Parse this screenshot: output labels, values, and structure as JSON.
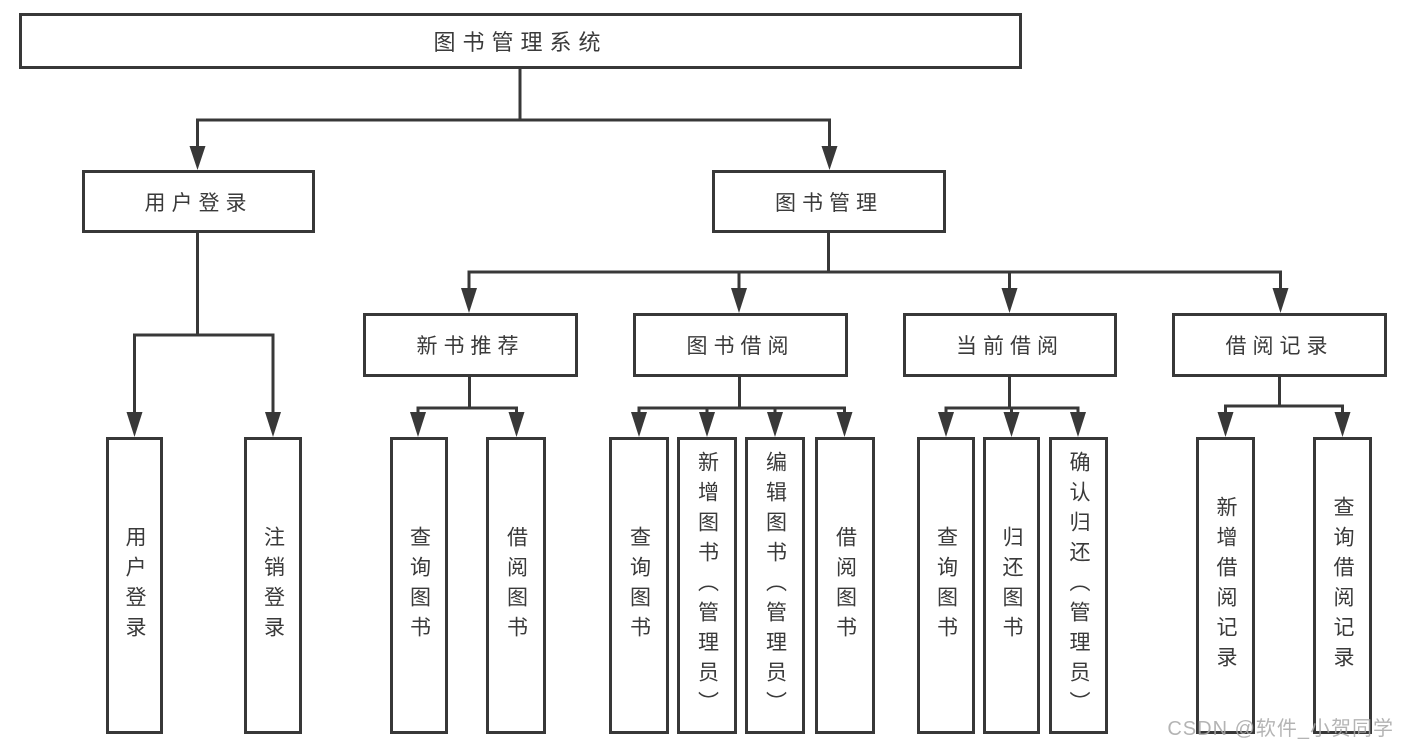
{
  "diagram": {
    "root": "图书管理系统",
    "branches": [
      {
        "label": "用户登录",
        "children": [
          {
            "label": "用户登录"
          },
          {
            "label": "注销登录"
          }
        ]
      },
      {
        "label": "图书管理",
        "children": [
          {
            "label": "新书推荐",
            "children": [
              {
                "label": "查询图书"
              },
              {
                "label": "借阅图书"
              }
            ]
          },
          {
            "label": "图书借阅",
            "children": [
              {
                "label": "查询图书"
              },
              {
                "label": "新增图书（管理员）"
              },
              {
                "label": "编辑图书（管理员）"
              },
              {
                "label": "借阅图书"
              }
            ]
          },
          {
            "label": "当前借阅",
            "children": [
              {
                "label": "查询图书"
              },
              {
                "label": "归还图书"
              },
              {
                "label": "确认归还（管理员）"
              }
            ]
          },
          {
            "label": "借阅记录",
            "children": [
              {
                "label": "新增借阅记录"
              },
              {
                "label": "查询借阅记录"
              }
            ]
          }
        ]
      }
    ]
  },
  "watermark": "CSDN @软件_小贺同学",
  "colors": {
    "line": "#383838",
    "text": "#3a3a3a",
    "watermark": "#a8a8a8"
  }
}
